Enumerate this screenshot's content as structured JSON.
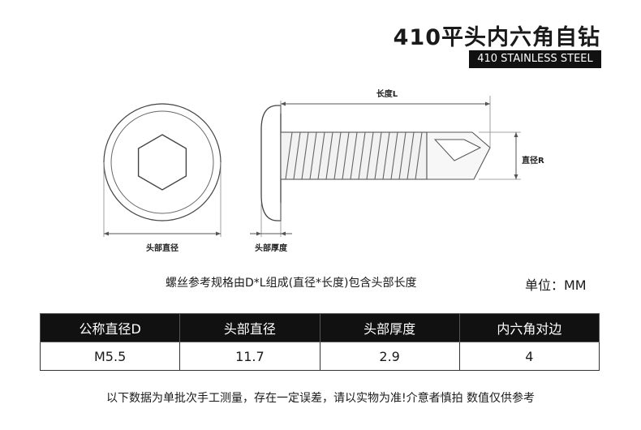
{
  "header": {
    "title": "410平头内六角自钻",
    "subtitle": "410 STAINLESS STEEL"
  },
  "diagram": {
    "head_diameter_label": "头部直径",
    "head_thickness_label": "头部厚度",
    "length_label": "长度L",
    "diameter_label": "直径R"
  },
  "note": "螺丝参考规格由D*L组成(直径*长度)包含头部长度",
  "unit": "单位：MM",
  "table": {
    "headers": [
      "公称直径D",
      "头部直径",
      "头部厚度",
      "内六角对边"
    ],
    "rows": [
      [
        "M5.5",
        "11.7",
        "2.9",
        "4"
      ]
    ]
  },
  "footer": "以下数据为单批次手工测量，存在一定误差，请以实物为准!介意者慎拍  数值仅供参考"
}
